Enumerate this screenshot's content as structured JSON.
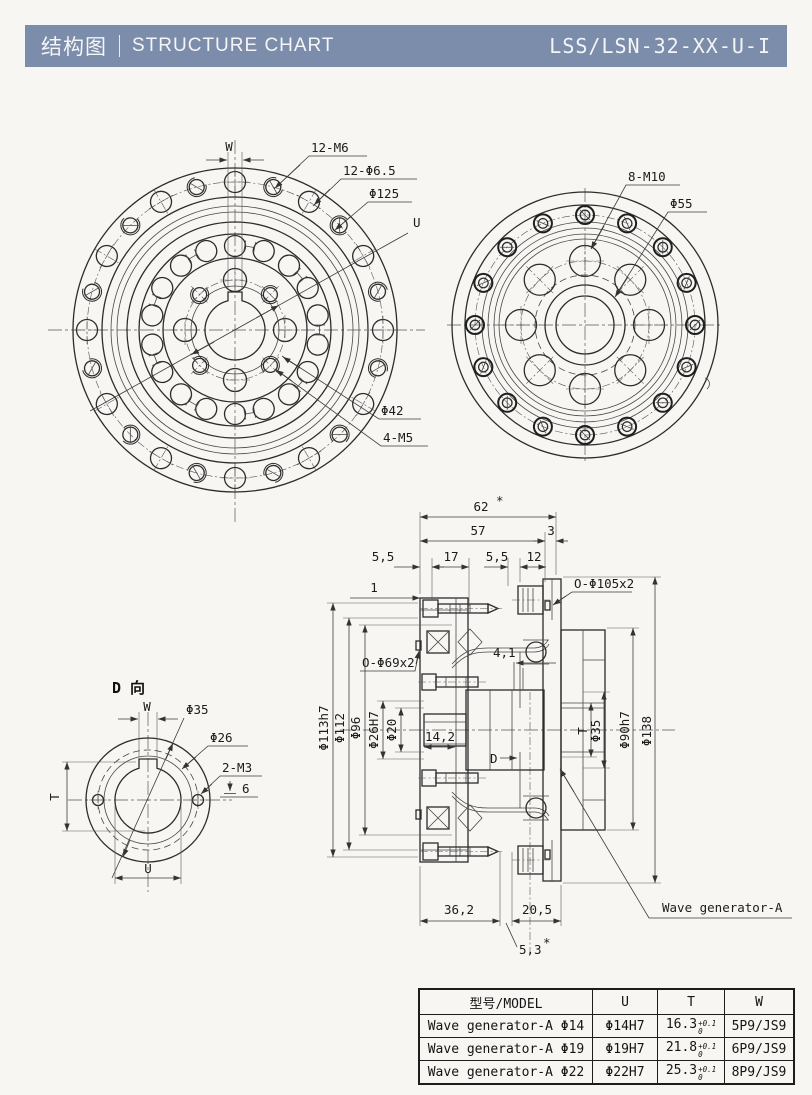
{
  "header": {
    "title_zh": "结构图",
    "title_en": "STRUCTURE CHART",
    "model_code": "LSS/LSN-32-XX-U-I",
    "bg": "#7b8dab"
  },
  "front_view_left": {
    "dim_w": "W",
    "thread_note": "12-M6",
    "hole_note": "12-Φ6.5",
    "bolt_circle": "Φ125",
    "dim_u": "U",
    "pilot_circle": "Φ42",
    "screw_note": "4-M5"
  },
  "front_view_right": {
    "thread_note": "8-M10",
    "bore": "Φ55"
  },
  "section_view": {
    "top_dims": {
      "overall": "62",
      "overall_star": "*",
      "body": "57",
      "flange": "3",
      "offset_left": "5,5",
      "mid": "17",
      "offset_right": "5,5",
      "step": "12",
      "lip": "1"
    },
    "left_dims": {
      "d113": "Φ113h7",
      "d112": "Φ112",
      "d96": "Φ96",
      "d26": "Φ26H7",
      "d20": "Φ20"
    },
    "right_dims": {
      "t": "T",
      "d35": "Φ35",
      "d90": "Φ90h7",
      "d138": "Φ138"
    },
    "bottom_dims": {
      "left": "36,2",
      "right": "20,5",
      "gap": "5,3",
      "gap_star": "*"
    },
    "inner_dims": {
      "step": "4,1",
      "hub": "14,2"
    },
    "oring_left": "O-Φ69x2",
    "oring_right": "O-Φ105x2",
    "section_label": "D",
    "callout": "Wave generator-A"
  },
  "detail_view": {
    "title": "D 向",
    "dim_w": "W",
    "hub": "Φ35",
    "boss": "Φ26",
    "screw_note": "2-M3",
    "depth_value": "6",
    "dim_t": "T",
    "dim_u": "U"
  },
  "table": {
    "headers": [
      "型号/MODEL",
      "U",
      "T",
      "W"
    ],
    "rows": [
      {
        "model": "Wave generator-A Φ14",
        "u": "Φ14H7",
        "t": "16.3",
        "t_tol_up": "+0.1",
        "t_tol_dn": "0",
        "w": "5P9/JS9"
      },
      {
        "model": "Wave generator-A Φ19",
        "u": "Φ19H7",
        "t": "21.8",
        "t_tol_up": "+0.1",
        "t_tol_dn": "0",
        "w": "6P9/JS9"
      },
      {
        "model": "Wave generator-A Φ22",
        "u": "Φ22H7",
        "t": "25.3",
        "t_tol_up": "+0.1",
        "t_tol_dn": "0",
        "w": "8P9/JS9"
      }
    ]
  }
}
